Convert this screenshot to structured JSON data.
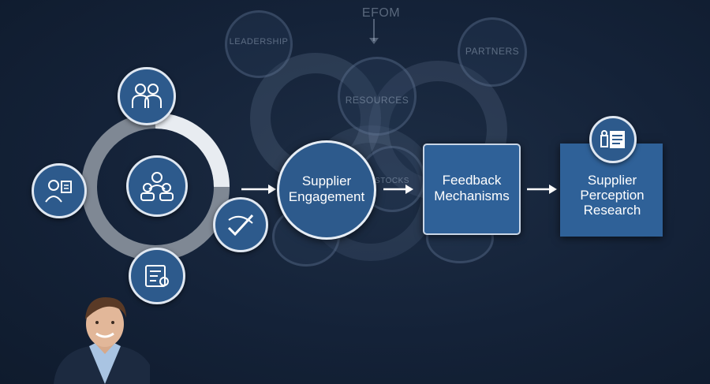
{
  "background": {
    "ghost_top_label": "EFOM",
    "leadership": "LEADERSHIP",
    "partners": "PARTNERS",
    "resources": "RESOURCES",
    "stocks": "STOCKS"
  },
  "hub": {
    "center_icon": "people-group-icon",
    "satellites": [
      {
        "icon": "team-icon"
      },
      {
        "icon": "person-document-icon"
      },
      {
        "icon": "handshake-check-icon"
      },
      {
        "icon": "checklist-icon"
      }
    ]
  },
  "flow": {
    "step1": {
      "line1": "Supplier",
      "line2": "Engagement"
    },
    "step2": {
      "line1": "Feedback",
      "line2": "Mechanisms"
    },
    "step3": {
      "line1": "Supplier",
      "line2": "Perception",
      "line3": "Research",
      "icon": "report-icon"
    }
  },
  "colors": {
    "node_fill": "#2d5a8c",
    "node_border": "#dfe7f1",
    "box_fill": "#2f6198",
    "background": "#142238"
  }
}
